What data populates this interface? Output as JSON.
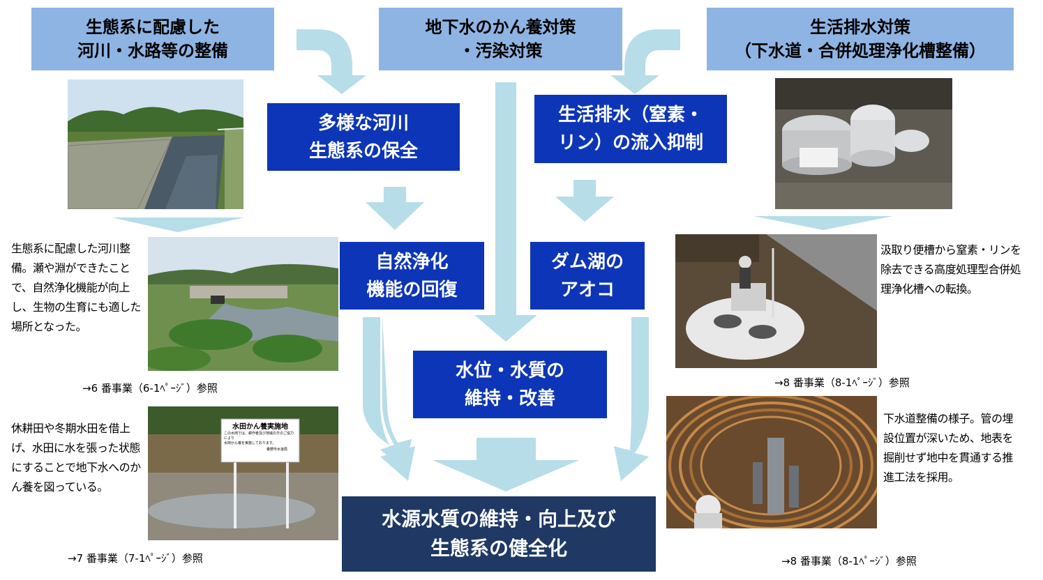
{
  "colors": {
    "top_box": "#8eb4e3",
    "mid_box": "#0d35b8",
    "goal_box": "#1f3864",
    "arrow": "#b7dde8"
  },
  "top": {
    "left": "生態系に配慮した\n河川・水路等の整備",
    "center": "地下水のかん養対策\n・汚染対策",
    "right": "生活排水対策\n（下水道・合併処理浄化槽整備）"
  },
  "mid": {
    "river": "多様な河川\n生態系の保全",
    "drainage": "生活排水（窒素・\nリン）の流入抑制",
    "purify": "自然浄化\n機能の回復",
    "dam": "ダム湖の\nアオコ",
    "level": "水位・水質の\n維持・改善"
  },
  "goal": "水源水質の維持・向上及び\n生態系の健全化",
  "descriptions": {
    "left1": "生態系に配慮した河川整備。瀬や淵ができたことで、自然浄化機能が向上し、生物の生育にも適した場所となった。",
    "left2": "休耕田や冬期水田を借上げ、水田に水を張った状態にすることで地下水へのかん養を図っている。",
    "right1": "汲取り便槽から窒素・リンを除去できる高度処理型合併処理浄化槽への転換。",
    "right2": "下水道整備の様子。管の埋設位置が深いため、地表を掘削せず地中を貫通する推進工法を採用。"
  },
  "refs": {
    "ref6": "→6 番事業（6-1ﾍﾟｰｼﾞ）参照",
    "ref7": "→7 番事業（7-1ﾍﾟｰｼﾞ）参照",
    "ref8a": "→8 番事業（8-1ﾍﾟｰｼﾞ）参照",
    "ref8b": "→8 番事業（8-1ﾍﾟｰｼﾞ）参照"
  },
  "sign": {
    "title": "水田かん養実施地",
    "body": "この水田では、耕作者及び地域の方のご協力により\n水田かん養を実施しております。",
    "org": "秦野市水道局"
  }
}
